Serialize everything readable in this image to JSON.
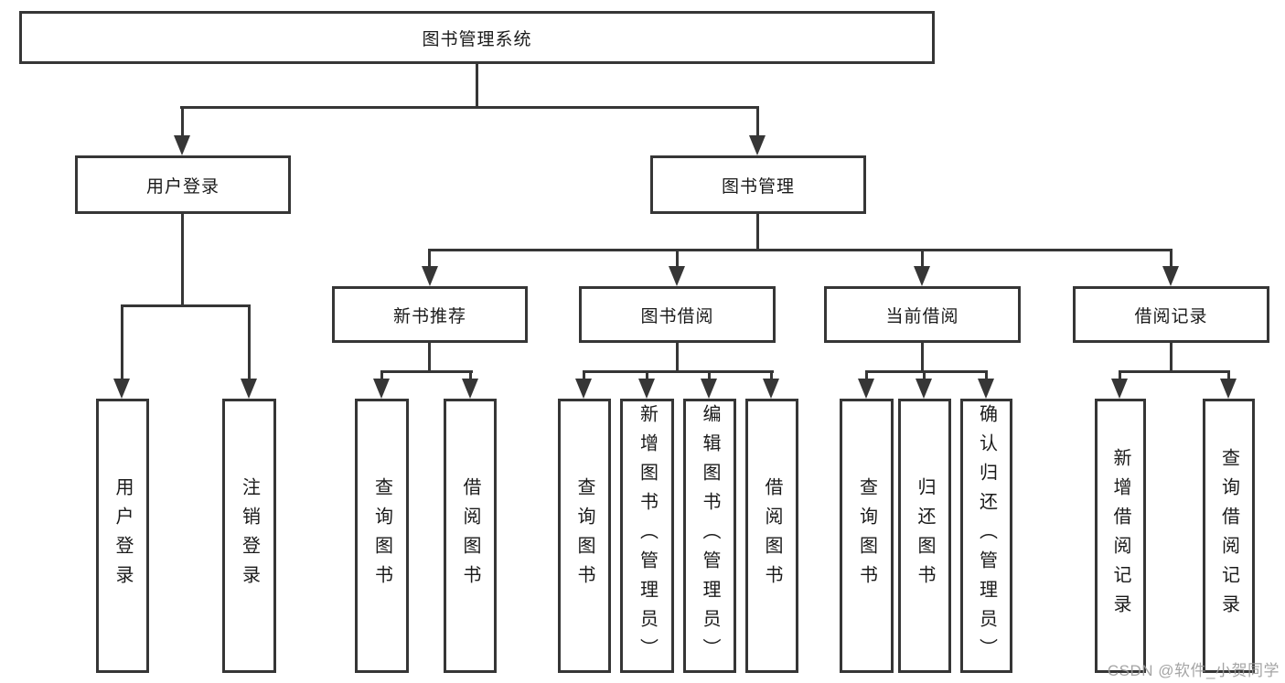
{
  "diagram": {
    "root": {
      "label": "图书管理系统"
    },
    "children": [
      {
        "label": "用户登录",
        "children": [
          {
            "label": "用户登录"
          },
          {
            "label": "注销登录"
          }
        ]
      },
      {
        "label": "图书管理",
        "children": [
          {
            "label": "新书推荐",
            "children": [
              {
                "label": "查询图书"
              },
              {
                "label": "借阅图书"
              }
            ]
          },
          {
            "label": "图书借阅",
            "children": [
              {
                "label": "查询图书"
              },
              {
                "label": "新增图书（管理员）"
              },
              {
                "label": "编辑图书（管理员）"
              },
              {
                "label": "借阅图书"
              }
            ]
          },
          {
            "label": "当前借阅",
            "children": [
              {
                "label": "查询图书"
              },
              {
                "label": "归还图书"
              },
              {
                "label": "确认归还（管理员）"
              }
            ]
          },
          {
            "label": "借阅记录",
            "children": [
              {
                "label": "新增借阅记录"
              },
              {
                "label": "查询借阅记录"
              }
            ]
          }
        ]
      }
    ]
  },
  "watermark": "CSDN @软件_小贺同学",
  "colors": {
    "line": "#363636",
    "text": "#1a1a1a",
    "watermark": "#9b9b9b",
    "background": "#ffffff"
  }
}
